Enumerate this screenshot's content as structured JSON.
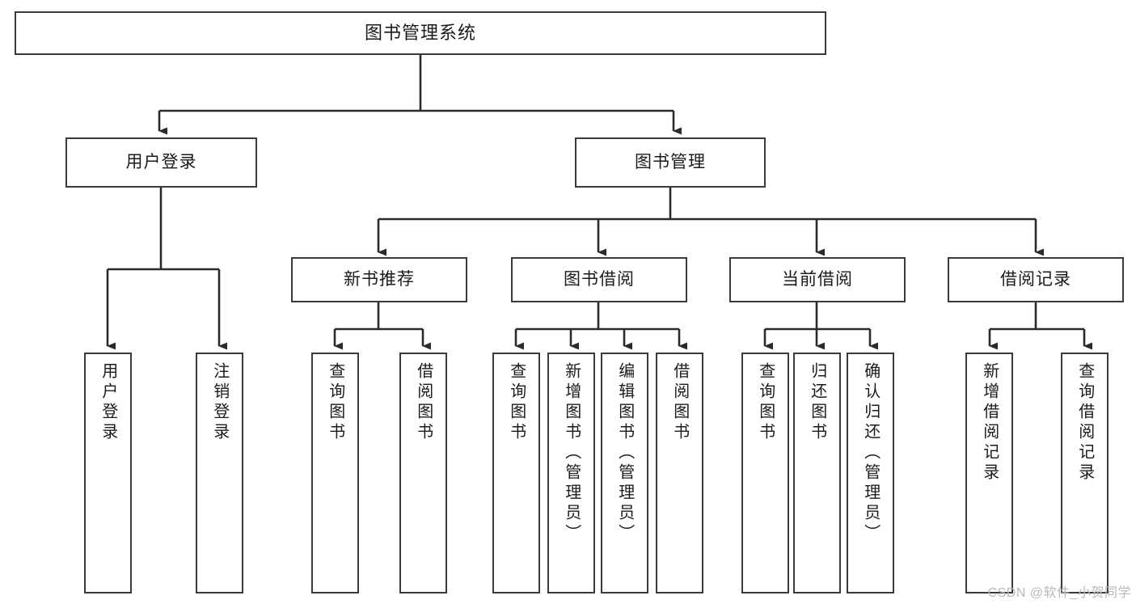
{
  "diagram": {
    "title": "图书管理系统",
    "type": "tree-hierarchy-functional-structure",
    "colors": {
      "box_border": "#3a3a3a",
      "box_fill": "#ffffff",
      "connector": "#2b2b2b",
      "text": "#1b1b1b",
      "watermark": "#b9b9b9",
      "background": "#ffffff"
    },
    "watermark": "CSDN @软件_小贺同学",
    "root": {
      "label": "图书管理系统"
    },
    "level2": [
      {
        "id": "user-login",
        "label": "用户登录"
      },
      {
        "id": "book-manage",
        "label": "图书管理"
      }
    ],
    "level3": [
      {
        "id": "new-book-recommend",
        "label": "新书推荐",
        "parent": "book-manage"
      },
      {
        "id": "book-borrow",
        "label": "图书借阅",
        "parent": "book-manage"
      },
      {
        "id": "current-borrow",
        "label": "当前借阅",
        "parent": "book-manage"
      },
      {
        "id": "borrow-record",
        "label": "借阅记录",
        "parent": "book-manage"
      }
    ],
    "leaves": [
      {
        "id": "leaf-user-login",
        "label": "用户登录",
        "parent": "user-login"
      },
      {
        "id": "leaf-user-logout",
        "label": "注销登录",
        "parent": "user-login"
      },
      {
        "id": "leaf-query-book-1",
        "label": "查询图书",
        "parent": "new-book-recommend"
      },
      {
        "id": "leaf-borrow-book-1",
        "label": "借阅图书",
        "parent": "new-book-recommend"
      },
      {
        "id": "leaf-query-book-2",
        "label": "查询图书",
        "parent": "book-borrow"
      },
      {
        "id": "leaf-add-book",
        "label": "新增图书（管理员）",
        "parent": "book-borrow"
      },
      {
        "id": "leaf-edit-book",
        "label": "编辑图书（管理员）",
        "parent": "book-borrow"
      },
      {
        "id": "leaf-borrow-book-2",
        "label": "借阅图书",
        "parent": "book-borrow"
      },
      {
        "id": "leaf-query-book-3",
        "label": "查询图书",
        "parent": "current-borrow"
      },
      {
        "id": "leaf-return-book",
        "label": "归还图书",
        "parent": "current-borrow"
      },
      {
        "id": "leaf-confirm-return",
        "label": "确认归还（管理员）",
        "parent": "current-borrow"
      },
      {
        "id": "leaf-add-record",
        "label": "新增借阅记录",
        "parent": "borrow-record"
      },
      {
        "id": "leaf-query-record",
        "label": "查询借阅记录",
        "parent": "borrow-record"
      }
    ]
  }
}
